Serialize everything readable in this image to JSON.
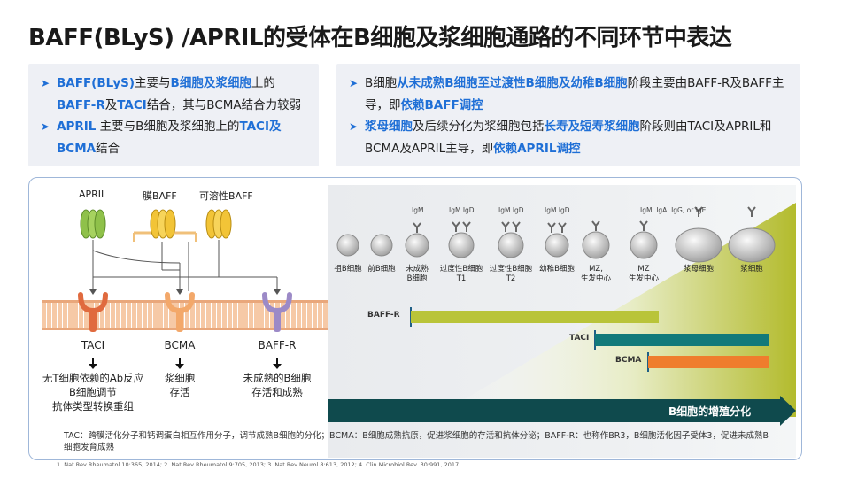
{
  "title": "BAFF(BLyS) /APRIL的受体在B细胞及浆细胞通路的不同环节中表达",
  "left_box": {
    "b1": [
      {
        "t": "BAFF(BLyS)",
        "h": true
      },
      {
        "t": "主要与",
        "h": false
      },
      {
        "t": "B细胞及浆细胞",
        "h": true
      },
      {
        "t": "上的",
        "h": false
      },
      {
        "t": "BAFF-R",
        "h": true
      },
      {
        "t": "及",
        "h": false
      },
      {
        "t": "TACI",
        "h": true
      },
      {
        "t": "结合，其与BCMA结合力较弱",
        "h": false
      }
    ],
    "b2": [
      {
        "t": "APRIL",
        "h": true
      },
      {
        "t": " 主要与B细胞及浆细胞上的",
        "h": false
      },
      {
        "t": "TACI及BCMA",
        "h": true
      },
      {
        "t": "结合",
        "h": false
      }
    ]
  },
  "right_box": {
    "b1": [
      {
        "t": "B细胞",
        "h": false
      },
      {
        "t": "从未成熟B细胞至过渡性B细胞及幼稚B细胞",
        "h": true
      },
      {
        "t": "阶段主要由BAFF-R及BAFF主导，即",
        "h": false
      },
      {
        "t": "依赖BAFF调控",
        "h": true
      }
    ],
    "b2": [
      {
        "t": "浆母细胞",
        "h": true
      },
      {
        "t": "及后续分化为浆细胞包括",
        "h": false
      },
      {
        "t": "长寿及短寿浆细胞",
        "h": true
      },
      {
        "t": "阶段则由TACI及APRIL和BCMA及APRIL主导，即",
        "h": false
      },
      {
        "t": "依赖APRIL调控",
        "h": true
      }
    ]
  },
  "ligands": {
    "april": "APRIL",
    "membrane_baff": "膜BAFF",
    "soluble_baff": "可溶性BAFF"
  },
  "receptors": {
    "taci": "TACI",
    "bcma": "BCMA",
    "baffr": "BAFF-R"
  },
  "descriptions": {
    "taci": [
      "无T细胞依赖的Ab反应",
      "B细胞调节",
      "抗体类型转换重组"
    ],
    "bcma": [
      "浆细胞",
      "存活"
    ],
    "baffr": [
      "未成熟的B细胞",
      "存活和成熟"
    ]
  },
  "colors": {
    "april": "#8fc14a",
    "baff": "#f2c437",
    "taci": "#e06a3e",
    "bcma": "#f3a86a",
    "baffr": "#9c8ac7",
    "bar_baffr": "#b9c439",
    "bar_taci": "#127a7a",
    "bar_bcma": "#ef7d2d",
    "accent": "#1f6fd6"
  },
  "development": {
    "cells": [
      {
        "name": [
          "祖B细胞"
        ],
        "ig": ""
      },
      {
        "name": [
          "前B细胞"
        ],
        "ig": ""
      },
      {
        "name": [
          "未成熟",
          "B细胞"
        ],
        "ig": "IgM"
      },
      {
        "name": [
          "过度性B细胞",
          "T1"
        ],
        "ig": "IgM   IgD"
      },
      {
        "name": [
          "过度性B细胞",
          "T2"
        ],
        "ig": "IgM   IgD"
      },
      {
        "name": [
          "幼稚B细胞"
        ],
        "ig": "IgM   IgD"
      },
      {
        "name": [
          "MZ,",
          "生发中心"
        ],
        "ig": ""
      },
      {
        "name": [
          "MZ",
          "生发中心"
        ],
        "ig": ""
      },
      {
        "name": [
          "浆母细胞"
        ],
        "ig": ""
      },
      {
        "name": [
          "浆细胞"
        ],
        "ig": ""
      }
    ],
    "ig_group_label": "IgM, IgA, IgG, or IgE",
    "bars": {
      "baffr": "BAFF-R",
      "taci": "TACI",
      "bcma": "BCMA"
    },
    "arrow_label": "B细胞的增殖分化"
  },
  "footnote": "TAC：跨膜活化分子和钙调蛋白相互作用分子，调节成熟B细胞的分化；BCMA：B细胞成熟抗原，促进浆细胞的存活和抗体分泌；BAFF-R：也称作BR3，B细胞活化因子受体3，促进未成熟B细胞发育成熟",
  "references": "1. Nat Rev Rheumatol 10:365, 2014; 2. Nat Rev Rheumatol 9:705, 2013; 3. Nat Rev Neurol 8:613, 2012; 4. Clin Microbiol Rev. 30:991, 2017."
}
